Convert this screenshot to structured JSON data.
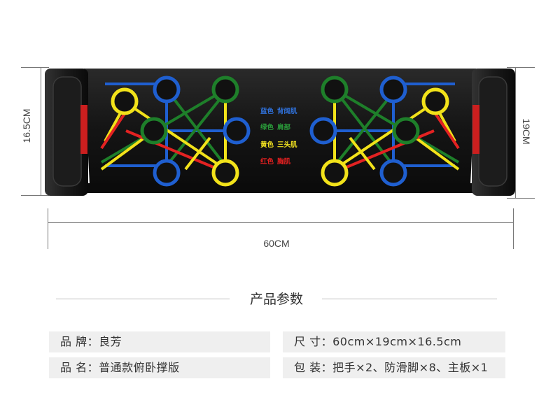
{
  "dimensions": {
    "left_height": "16.5CM",
    "right_height": "19CM",
    "width": "60CM"
  },
  "board": {
    "legend": [
      {
        "color_name": "蓝色",
        "muscle": "背阔肌",
        "color": "#2f6fd6"
      },
      {
        "color_name": "绿色",
        "muscle": "肩部",
        "color": "#2a9a3a"
      },
      {
        "color_name": "黄色",
        "muscle": "三头肌",
        "color": "#f0e020"
      },
      {
        "color_name": "红色",
        "muscle": "胸肌",
        "color": "#e02020"
      }
    ],
    "colors": {
      "blue": "#1f5fd0",
      "green": "#1e7f2a",
      "yellow": "#f2e21a",
      "red": "#e32222",
      "body": "#151515"
    }
  },
  "section_title": "产品参数",
  "specs": {
    "brand": "品 牌：良芳",
    "size": "尺 寸：60cm×19cm×16.5cm",
    "name": "品 名：普通款俯卧撑版",
    "package": "包 装：把手×2、防滑脚×8、主板×1"
  }
}
